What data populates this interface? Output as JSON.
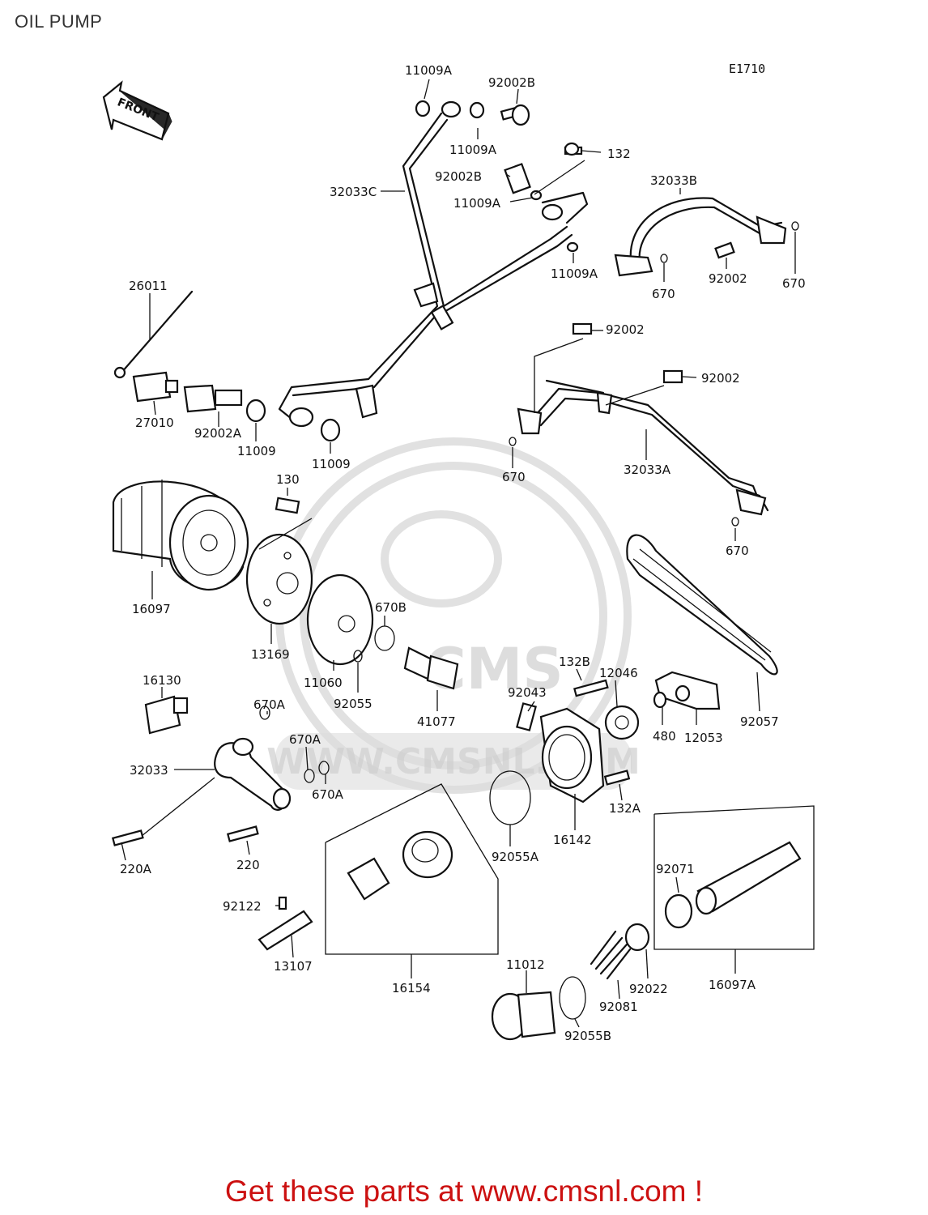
{
  "header": {
    "title": "OIL PUMP",
    "diagram_code": "E1710"
  },
  "front_arrow": {
    "label": "FRONT"
  },
  "watermark": {
    "text": "WWW.CMSNL.COM",
    "logo_text": "CMS"
  },
  "parts": {
    "p11009A_a": "11009A",
    "p92002B_a": "92002B",
    "p11009A_b": "11009A",
    "p132": "132",
    "p32033C": "32033C",
    "p92002B_b": "92002B",
    "p11009A_c": "11009A",
    "p11009A_d": "11009A",
    "p32033B": "32033B",
    "p670_a": "670",
    "p92002_a": "92002",
    "p670_b": "670",
    "p26011": "26011",
    "p27010": "27010",
    "p92002A": "92002A",
    "p11009_a": "11009",
    "p11009_b": "11009",
    "p92002_b": "92002",
    "p92002_c": "92002",
    "p670_c": "670",
    "p32033A": "32033A",
    "p670_d": "670",
    "p130": "130",
    "p16097": "16097",
    "p13169": "13169",
    "p670B": "670B",
    "p11060": "11060",
    "p92055": "92055",
    "p41077": "41077",
    "p16130": "16130",
    "p670A_a": "670A",
    "p670A_b": "670A",
    "p670A_c": "670A",
    "p32033": "32033",
    "p132B": "132B",
    "p12046": "12046",
    "p92043": "92043",
    "p480": "480",
    "p12053": "12053",
    "p92057": "92057",
    "p132A": "132A",
    "p16142": "16142",
    "p92055A": "92055A",
    "p220A": "220A",
    "p220": "220",
    "p92122": "92122",
    "p13107": "13107",
    "p16154": "16154",
    "p92071": "92071",
    "p11012": "11012",
    "p92022": "92022",
    "p92081": "92081",
    "p92055B": "92055B",
    "p16097A": "16097A"
  },
  "footer": {
    "text": "Get these parts at www.cmsnl.com !"
  }
}
